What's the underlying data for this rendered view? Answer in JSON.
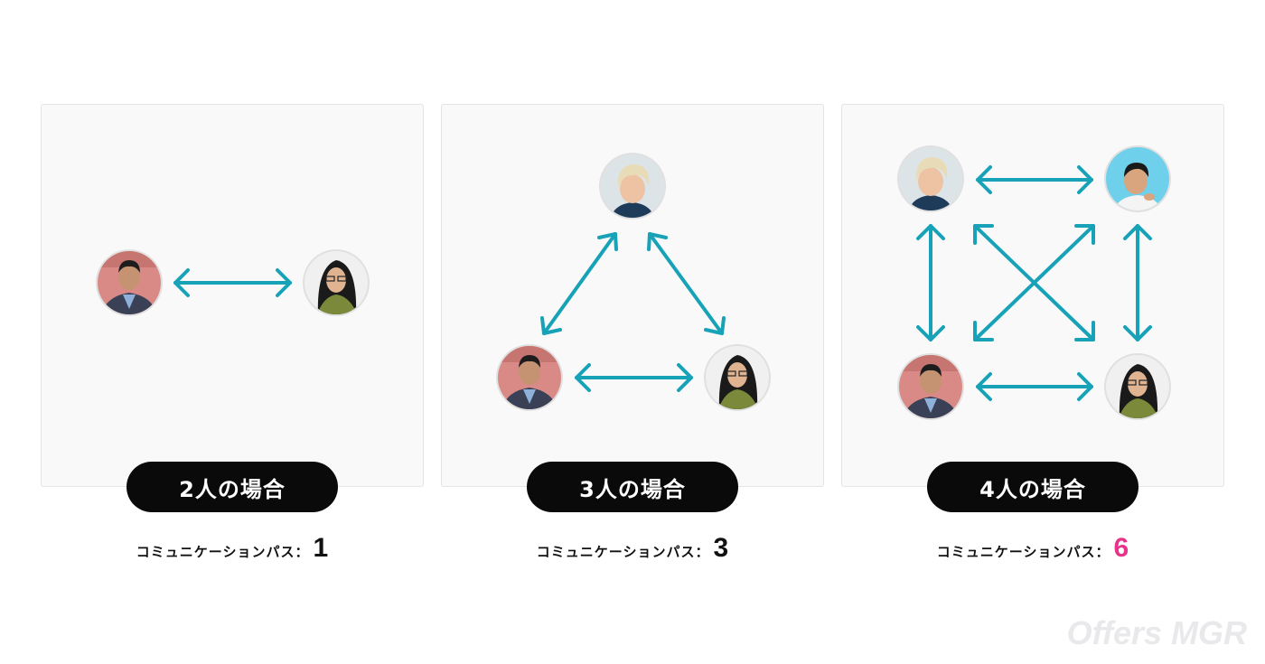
{
  "accent_color": "#17a2b8",
  "highlight_color": "#e8338a",
  "panels": [
    {
      "label": "2人の場合",
      "count_label": "コミュニケーションパス：",
      "count_value": "1",
      "count_color": "#111111"
    },
    {
      "label": "3人の場合",
      "count_label": "コミュニケーションパス：",
      "count_value": "3",
      "count_color": "#111111"
    },
    {
      "label": "4人の場合",
      "count_label": "コミュニケーションパス：",
      "count_value": "6",
      "count_color": "#e8338a"
    }
  ],
  "watermark": "Offers MGR"
}
